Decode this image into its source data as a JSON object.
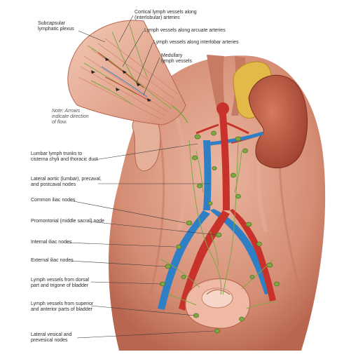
{
  "labels": {
    "subcapsular": [
      "Subcapsular",
      "lymphatic plexus"
    ],
    "cortical": [
      "Cortical lymph vessels along",
      "(interlobular) arteries"
    ],
    "arcuate": "Lymph vessels along arcuate arteries",
    "interlobar": "Lymph vessels along interlobar arteries",
    "medullary": [
      "Medullary",
      "lymph vessels"
    ],
    "note": [
      "Note: Arrows",
      "indicate direction",
      "of flow."
    ],
    "lumbar_trunks": [
      "Lumbar lymph trunks to",
      "cisterna chyli and thoracic duct"
    ],
    "lateral_aortic": [
      "Lateral aortic (lumbar), precaval,",
      "and postcaval nodes"
    ],
    "common_iliac": "Common iliac nodes",
    "promontorial": "Promontorial (middle sacral) node",
    "internal_iliac": "Internal iliac nodes",
    "external_iliac": "External iliac nodes",
    "dorsal_bladder": [
      "Lymph vessels from dorsal",
      "part and trigone of bladder"
    ],
    "superior_bladder": [
      "Lymph vessels from superior",
      "and anterior parts of bladder"
    ],
    "lateral_vesical": [
      "Lateral vesical and",
      "prevesical nodes"
    ]
  },
  "colors": {
    "muscle": "#d9967e",
    "muscle_dark": "#b9654f",
    "artery": "#c8322b",
    "vein": "#2f7fc4",
    "lymph_node": "#7da843",
    "kidney": "#b5513b",
    "adrenal": "#e0b43a",
    "leader": "#3a3a3a"
  }
}
